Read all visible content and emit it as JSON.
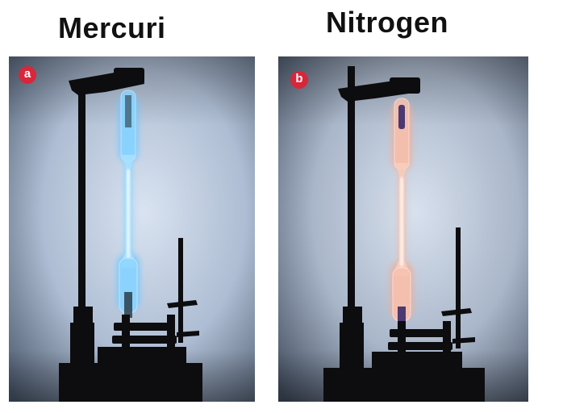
{
  "panels": [
    {
      "title": "Mercuri",
      "badge": "a",
      "glow_color": "#7fd3ff",
      "core_color": "#e6f7ff",
      "electrode_color": "#1e2a33"
    },
    {
      "title": "Nitrogen",
      "badge": "b",
      "glow_color": "#f4b9a3",
      "core_color": "#fff0e8",
      "electrode_color": "#3a2a6a"
    }
  ],
  "colors": {
    "badge": "#d8263a",
    "background_light": "#c9d6e8",
    "background_dark": "#3e4a5c",
    "apparatus": "#0d0d0f"
  }
}
